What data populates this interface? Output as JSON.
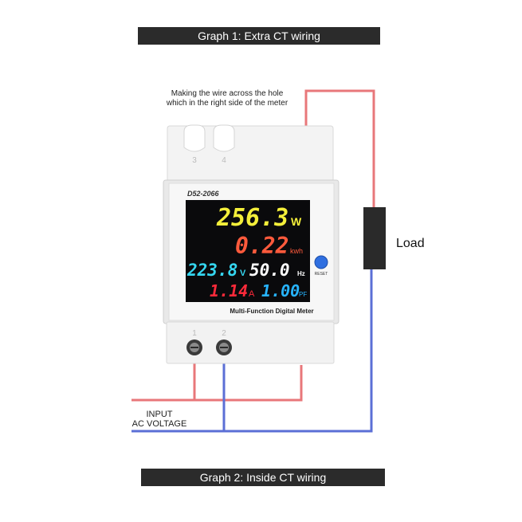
{
  "banners": {
    "top": "Graph 1: Extra CT wiring",
    "bottom": "Graph 2: Inside CT wiring"
  },
  "notes": {
    "wire_line1": "Making the wire across the hole",
    "wire_line2": "which in the right side of the meter",
    "input_line1": "INPUT",
    "input_line2": "AC VOLTAGE",
    "load": "Load"
  },
  "meter": {
    "model": "D52-2066",
    "label": "Multi-Function Digital Meter",
    "reset": "RESET",
    "terminals_top": [
      "3",
      "4"
    ],
    "terminals_bottom": [
      "1",
      "2"
    ],
    "power": {
      "value": "256.3",
      "unit": "W",
      "color": "#f4ef3a"
    },
    "energy": {
      "value": "0.22",
      "unit": "kwh",
      "color": "#ff5a3c"
    },
    "voltage": {
      "value": "223.8",
      "unit": "V",
      "color": "#35d6f0"
    },
    "frequency": {
      "value": "50.0",
      "unit": "Hz",
      "color": "#ffffff"
    },
    "current": {
      "value": "1.14",
      "unit": "A",
      "color": "#ff2a3a"
    },
    "power_factor": {
      "value": "1.00",
      "unit": "PF",
      "color": "#27b4ff"
    }
  },
  "colors": {
    "live_wire": "#e8777a",
    "neutral_wire": "#5b6fd6",
    "load_block": "#2a2a2a",
    "banner_bg": "#2b2b2b"
  },
  "icons": {
    "reset": "reset-button-icon",
    "terminal_screw": "terminal-screw-icon"
  }
}
